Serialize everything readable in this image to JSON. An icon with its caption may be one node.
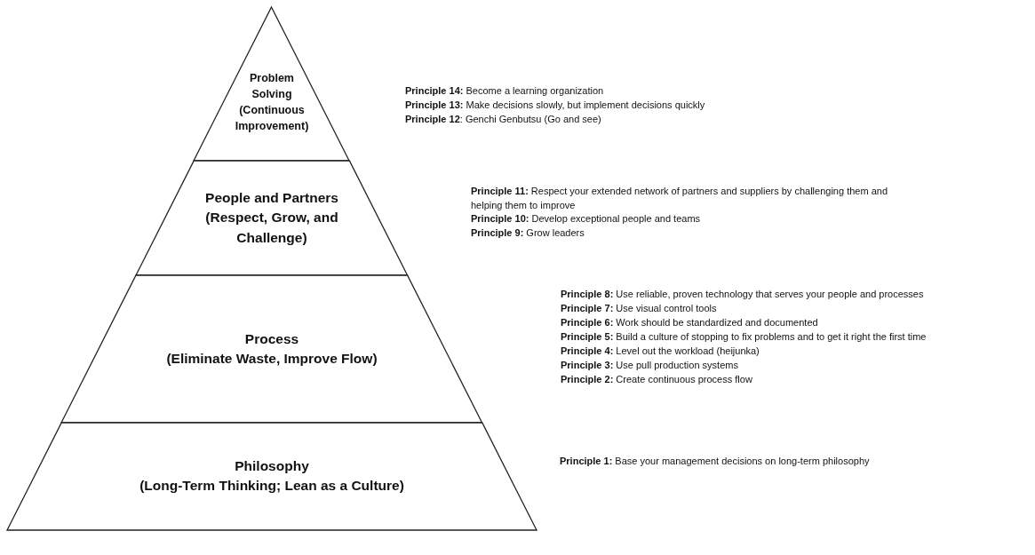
{
  "diagram": {
    "nodes": [
      {
        "text": [
          "Problem Solving",
          "(Continuous Improvement)"
        ],
        "beside": [
          "**Principle 14:** Become a learning organization",
          "**Principle 13:** Make decisions slowly, but implement decisions quickly",
          "**Principle 12**: Genchi Genbutsu (Go and see)"
        ]
      },
      {
        "text": [
          "People and Partners",
          "(Respect, Grow, and Challenge)"
        ],
        "beside": [
          "**Principle 11:** Respect your extended network of partners and suppliers by challenging them and helping them to improve",
          "**Principle 10:** Develop exceptional people and teams",
          "**Principle 9:** Grow leaders"
        ]
      },
      {
        "text": [
          "Process",
          "(Eliminate Waste, Improve Flow)"
        ],
        "beside": [
          "**Principle 8:** Use reliable, proven technology that serves your people and processes",
          "**Principle 7:** Use visual control tools",
          "**Principle 6:** Work should be standardized and documented",
          "**Principle 5:** Build a culture of stopping to fix problems and to get it right the first time",
          "**Principle 4:** Level out the workload (heijunka)",
          "**Principle 3:** Use pull production systems",
          "**Principle 2:** Create continuous process flow"
        ]
      },
      {
        "text": [
          "Philosophy",
          "(Long-Term Thinking; Lean as a Culture)"
        ],
        "beside": [
          "**Principle 1:** Base your management decisions on long-term philosophy"
        ]
      }
    ]
  }
}
